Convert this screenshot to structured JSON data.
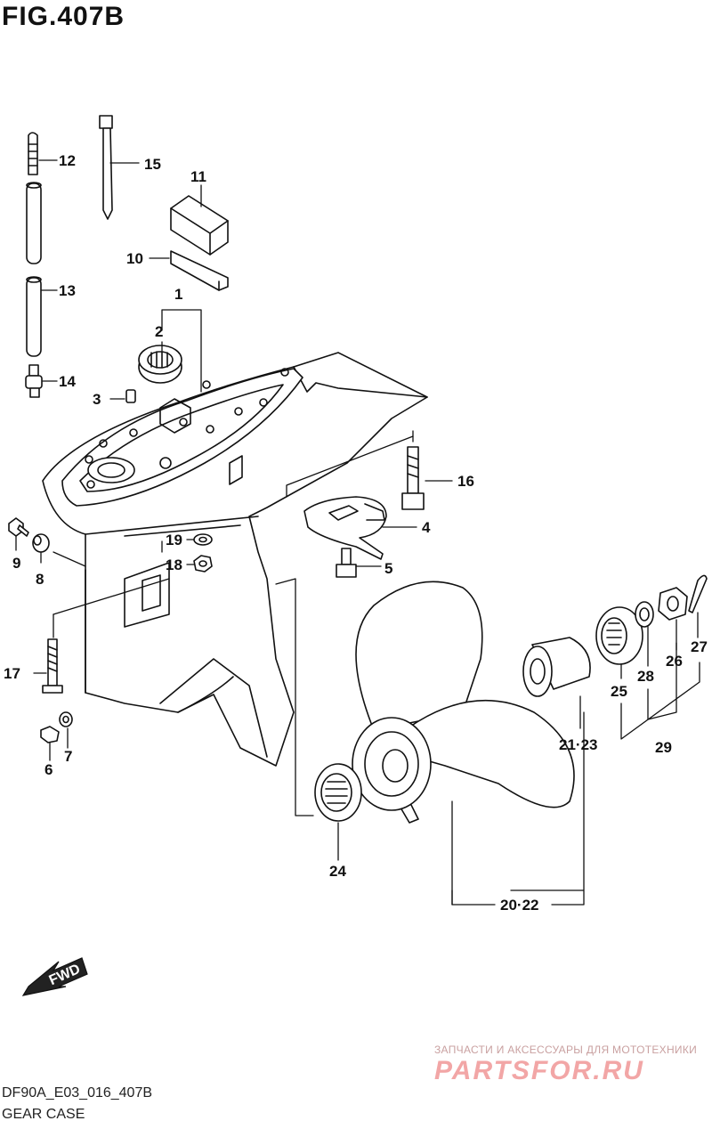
{
  "figure": {
    "title": "FIG.407B",
    "model_code": "DF90A_E03_016_407B",
    "section_name": "GEAR CASE"
  },
  "callouts": {
    "c1": "1",
    "c2": "2",
    "c3": "3",
    "c4": "4",
    "c5": "5",
    "c6": "6",
    "c7": "7",
    "c8": "8",
    "c9": "9",
    "c10": "10",
    "c11": "11",
    "c12": "12",
    "c13": "13",
    "c14": "14",
    "c15": "15",
    "c16": "16",
    "c17": "17",
    "c18": "18",
    "c19": "19",
    "c20_22": "20·22",
    "c21_23": "21·23",
    "c24": "24",
    "c25": "25",
    "c26": "26",
    "c27": "27",
    "c28": "28",
    "c29": "29"
  },
  "direction_badge": {
    "label": "FWD"
  },
  "watermark": {
    "caption": "ЗАПЧАСТИ И АКСЕССУАРЫ ДЛЯ МОТОТЕХНИКИ",
    "logo": "PARTSFOR.RU"
  }
}
